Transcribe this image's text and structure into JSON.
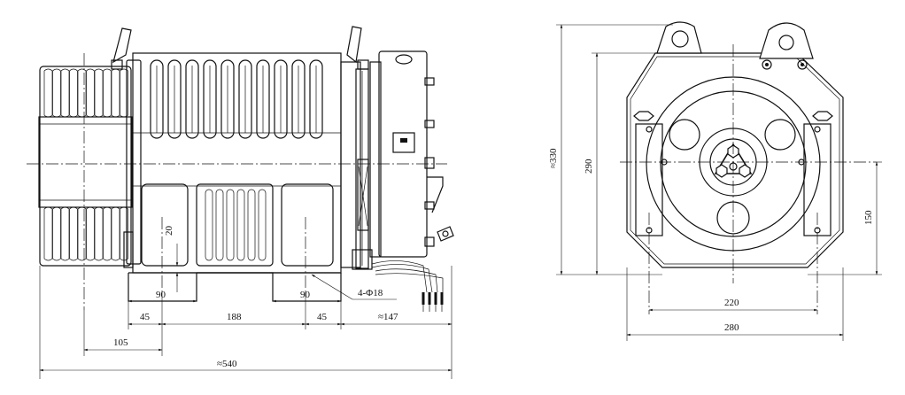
{
  "front_view": {
    "dim_overall_length": "≈540",
    "dim_105": "105",
    "dim_45_left": "45",
    "dim_188": "188",
    "dim_45_right": "45",
    "dim_147": "≈147",
    "dim_90_left": "90",
    "dim_90_right": "90",
    "dim_20": "20",
    "hole_note": "4-Φ18"
  },
  "side_view": {
    "dim_height_total": "≈330",
    "dim_290": "290",
    "dim_150": "150",
    "dim_220": "220",
    "dim_280": "280"
  }
}
